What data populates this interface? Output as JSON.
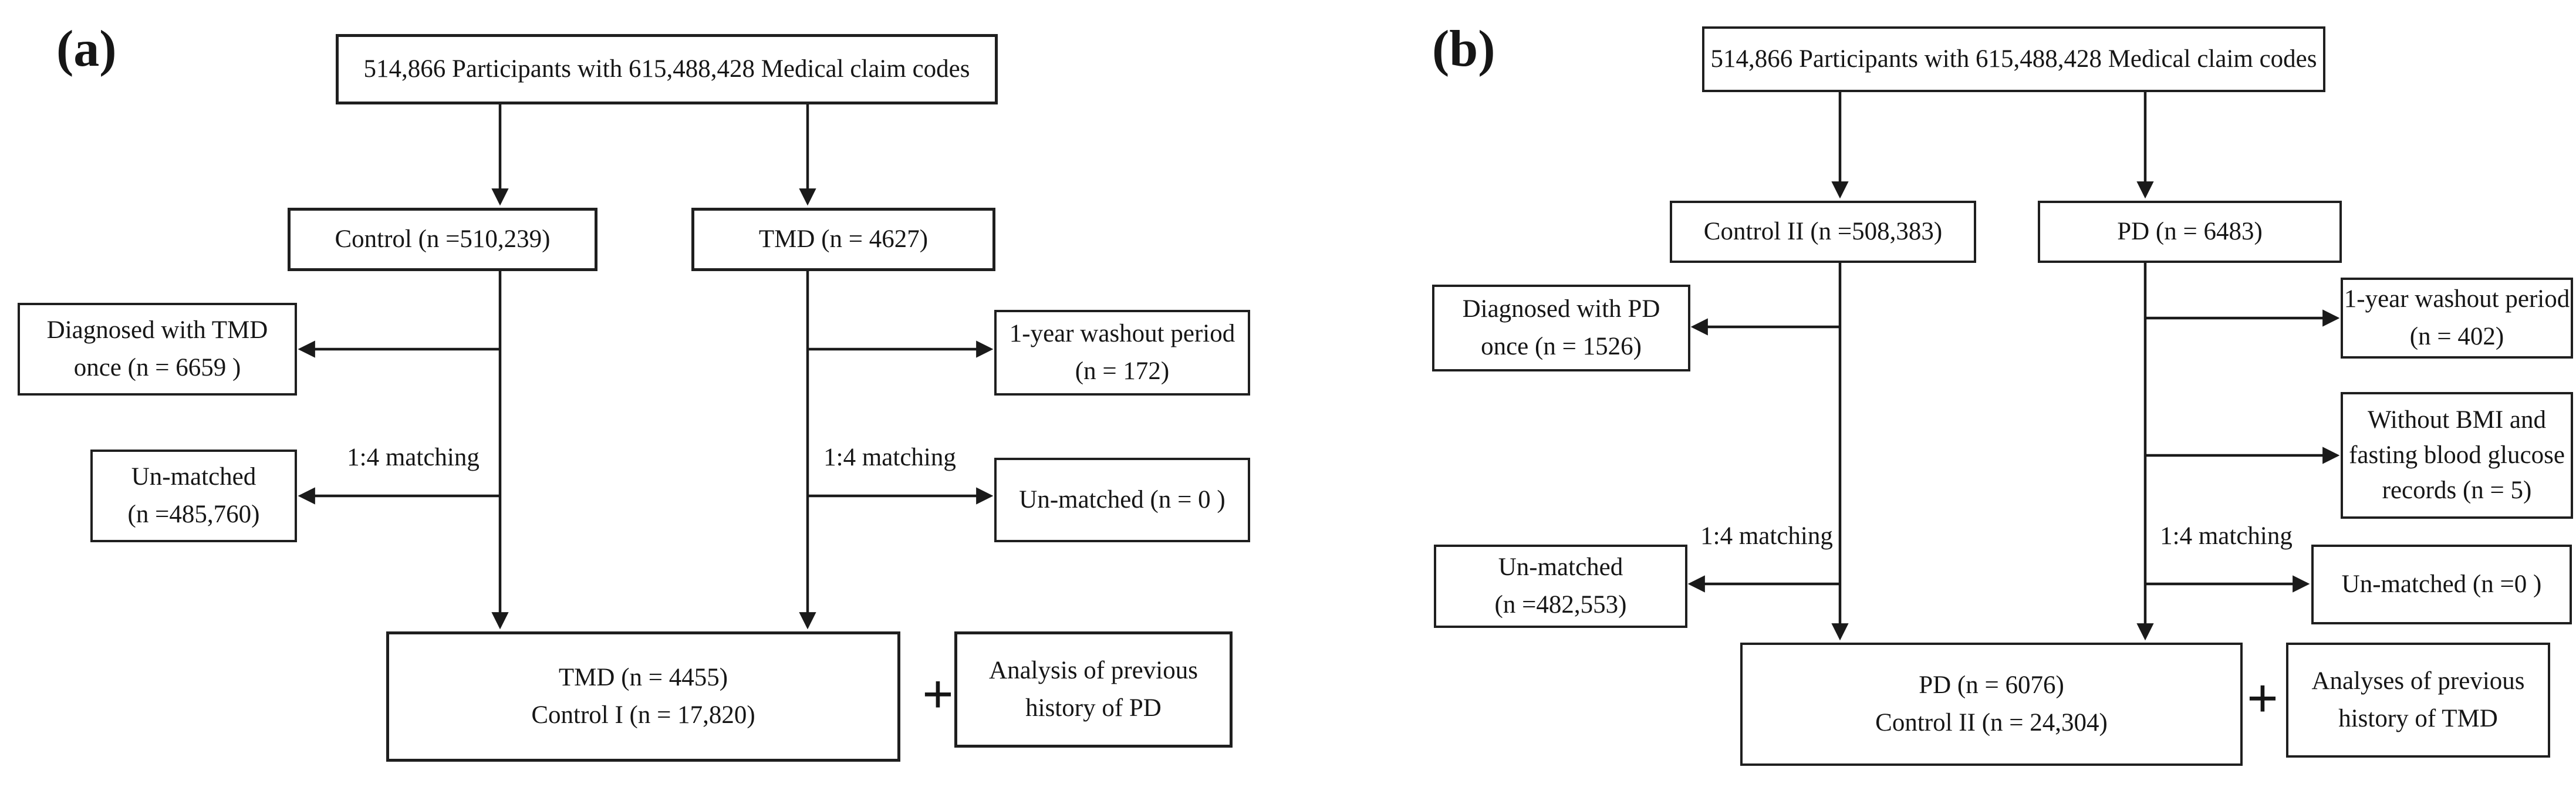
{
  "colors": {
    "ink": "#1a1a1a",
    "background": "#ffffff"
  },
  "panel_a": {
    "label": "(a)",
    "top": "514,866 Participants with 615,488,428 Medical claim codes",
    "control": "Control (n =510,239)",
    "tmd": "TMD (n = 4627)",
    "diagnosed_line1": "Diagnosed with TMD",
    "diagnosed_line2": "once (n = 6659 )",
    "washout_line1": "1-year washout period",
    "washout_line2": "(n = 172)",
    "unmatched_left_line1": "Un-matched",
    "unmatched_left_line2": "(n =485,760)",
    "matching_left": "1:4 matching",
    "matching_right": "1:4 matching",
    "unmatched_right": "Un-matched (n = 0 )",
    "final_line1": "TMD (n = 4455)",
    "final_line2": "Control I (n = 17,820)",
    "plus": "+",
    "analysis_line1": "Analysis of previous",
    "analysis_line2": "history of PD"
  },
  "panel_b": {
    "label": "(b)",
    "top": "514,866 Participants with 615,488,428 Medical claim codes",
    "control": "Control II (n =508,383)",
    "pd": "PD (n = 6483)",
    "diagnosed_line1": "Diagnosed with PD",
    "diagnosed_line2": "once (n = 1526)",
    "washout_line1": "1-year washout period",
    "washout_line2": "(n = 402)",
    "bmi_line1": "Without BMI and",
    "bmi_line2": "fasting blood glucose",
    "bmi_line3": "records (n = 5)",
    "unmatched_left_line1": "Un-matched",
    "unmatched_left_line2": "(n =482,553)",
    "matching_left": "1:4 matching",
    "matching_right": "1:4 matching",
    "unmatched_right": "Un-matched (n =0 )",
    "final_line1": "PD (n = 6076)",
    "final_line2": "Control II (n = 24,304)",
    "plus": "+",
    "analysis_line1": "Analyses of previous",
    "analysis_line2": "history of TMD"
  }
}
